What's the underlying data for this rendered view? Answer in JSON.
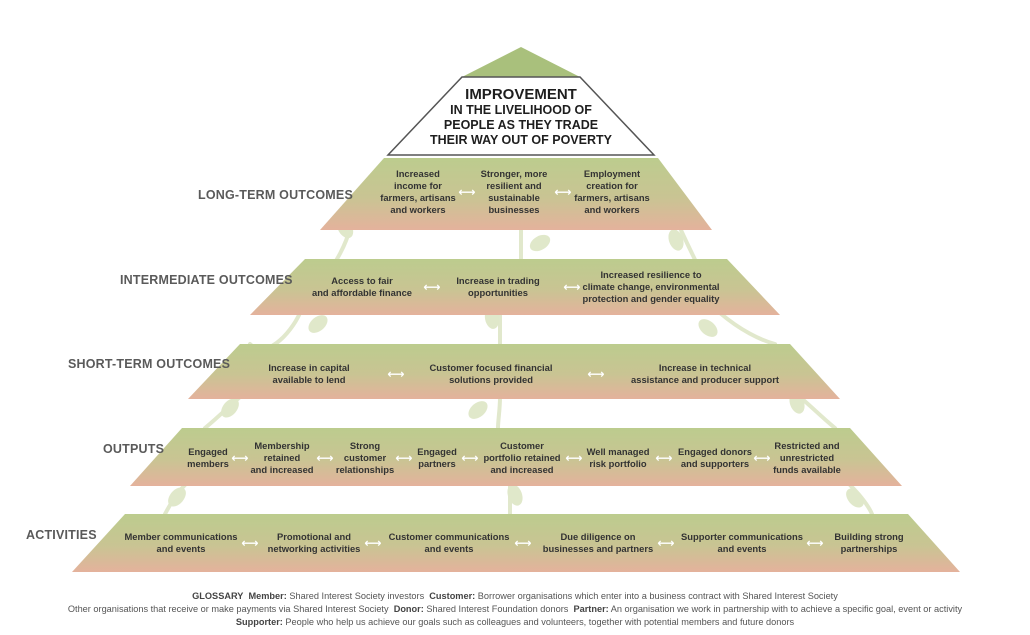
{
  "apex": {
    "line1": "IMPROVEMENT",
    "line2": "IN THE LIVELIHOOD OF",
    "line3": "PEOPLE AS THEY TRADE",
    "line4": "THEIR WAY OUT OF POVERTY"
  },
  "tiers": {
    "long_term": {
      "label": "LONG-TERM OUTCOMES",
      "items": [
        "Increased\nincome for\nfarmers, artisans\nand workers",
        "Stronger, more\nresilient and\nsustainable\nbusinesses",
        "Employment\ncreation for\nfarmers, artisans\nand workers"
      ]
    },
    "intermediate": {
      "label": "INTERMEDIATE OUTCOMES",
      "items": [
        "Access to fair\nand affordable finance",
        "Increase in trading\nopportunities",
        "Increased resilience to\nclimate change, environmental\nprotection and gender equality"
      ]
    },
    "short_term": {
      "label": "SHORT-TERM OUTCOMES",
      "items": [
        "Increase in capital\navailable to lend",
        "Customer focused financial\nsolutions provided",
        "Increase in technical\nassistance and producer support"
      ]
    },
    "outputs": {
      "label": "OUTPUTS",
      "items": [
        "Engaged\nmembers",
        "Membership\nretained\nand increased",
        "Strong\ncustomer\nrelationships",
        "Engaged\npartners",
        "Customer\nportfolio retained\nand increased",
        "Well managed\nrisk portfolio",
        "Engaged donors\nand supporters",
        "Restricted and\nunrestricted\nfunds available"
      ]
    },
    "activities": {
      "label": "ACTIVITIES",
      "items": [
        "Member communications\nand events",
        "Promotional and\nnetworking activities",
        "Customer communications\nand events",
        "Due diligence on\nbusinesses and partners",
        "Supporter communications\nand events",
        "Building strong\npartnerships"
      ]
    }
  },
  "arrow_glyph": "⟷",
  "glossary": {
    "title": "GLOSSARY",
    "member_term": "Member:",
    "member_def": "Shared Interest Society investors",
    "customer_term": "Customer:",
    "customer_def": "Borrower organisations which enter into a business contract with Shared Interest Society",
    "line2_def": "Other organisations that receive or make payments via Shared Interest Society",
    "donor_term": "Donor:",
    "donor_def": "Shared Interest Foundation donors",
    "partner_term": "Partner:",
    "partner_def": "An organisation we work in partnership with to achieve a specific goal, event or activity",
    "supporter_term": "Supporter:",
    "supporter_def": "People who help us achieve our goals such as colleagues and volunteers, together with potential members and future donors"
  },
  "colors": {
    "band_top": "#b9c98a",
    "band_bottom": "#e3b29a",
    "apex_green": "#a9c07c",
    "stem": "#dfe7c8"
  }
}
